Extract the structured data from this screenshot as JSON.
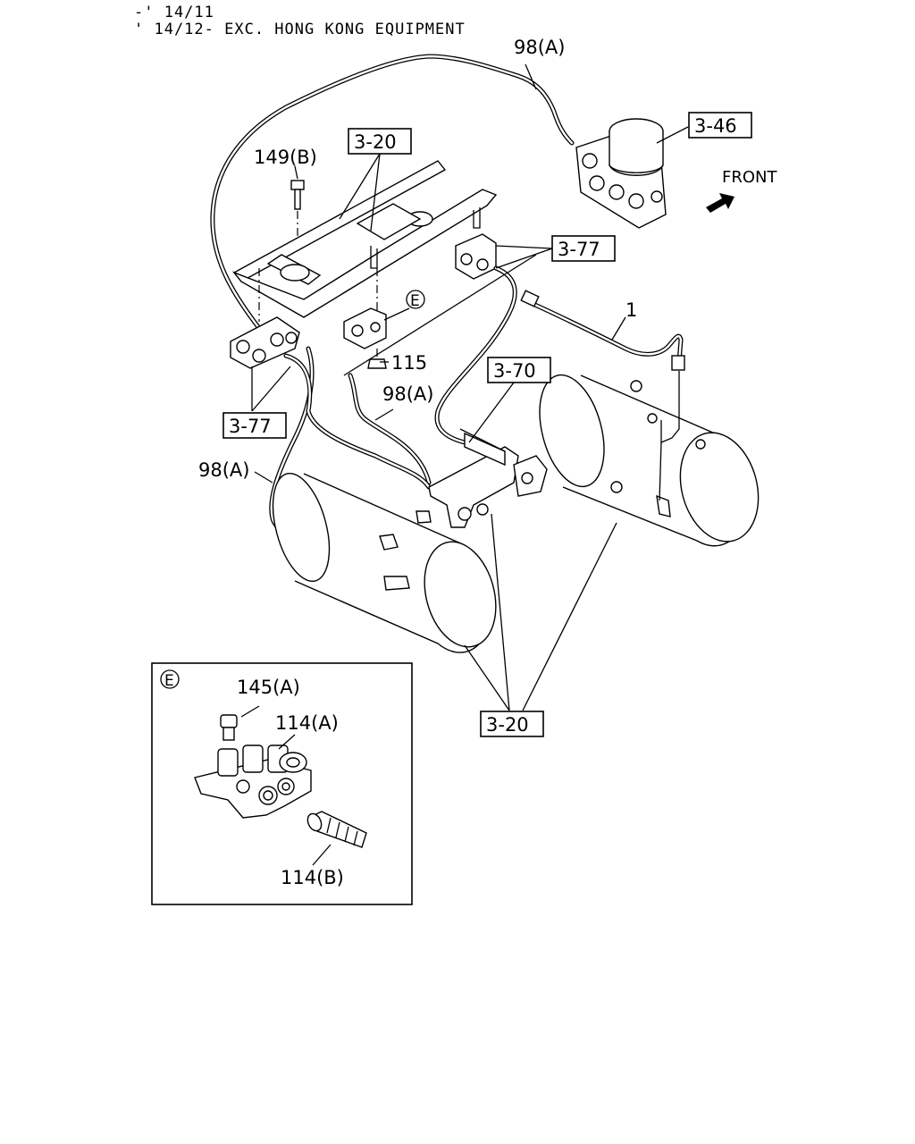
{
  "header": {
    "line1": "-' 14/11",
    "line2": "' 14/12- EXC. HONG KONG EQUIPMENT"
  },
  "labels": {
    "front": "FRONT",
    "part_1": "1",
    "part_98a_top": "98(A)",
    "part_98a_mid": "98(A)",
    "part_98a_left": "98(A)",
    "part_149b": "149(B)",
    "part_115": "115",
    "ref_3_20_top": "3-20",
    "ref_3_46": "3-46",
    "ref_3_77_right": "3-77",
    "ref_3_77_left": "3-77",
    "ref_3_70": "3-70",
    "ref_3_20_bottom": "3-20",
    "callout_e": "E"
  },
  "detail_e": {
    "marker": "E",
    "part_145a": "145(A)",
    "part_114a": "114(A)",
    "part_114b": "114(B)"
  }
}
